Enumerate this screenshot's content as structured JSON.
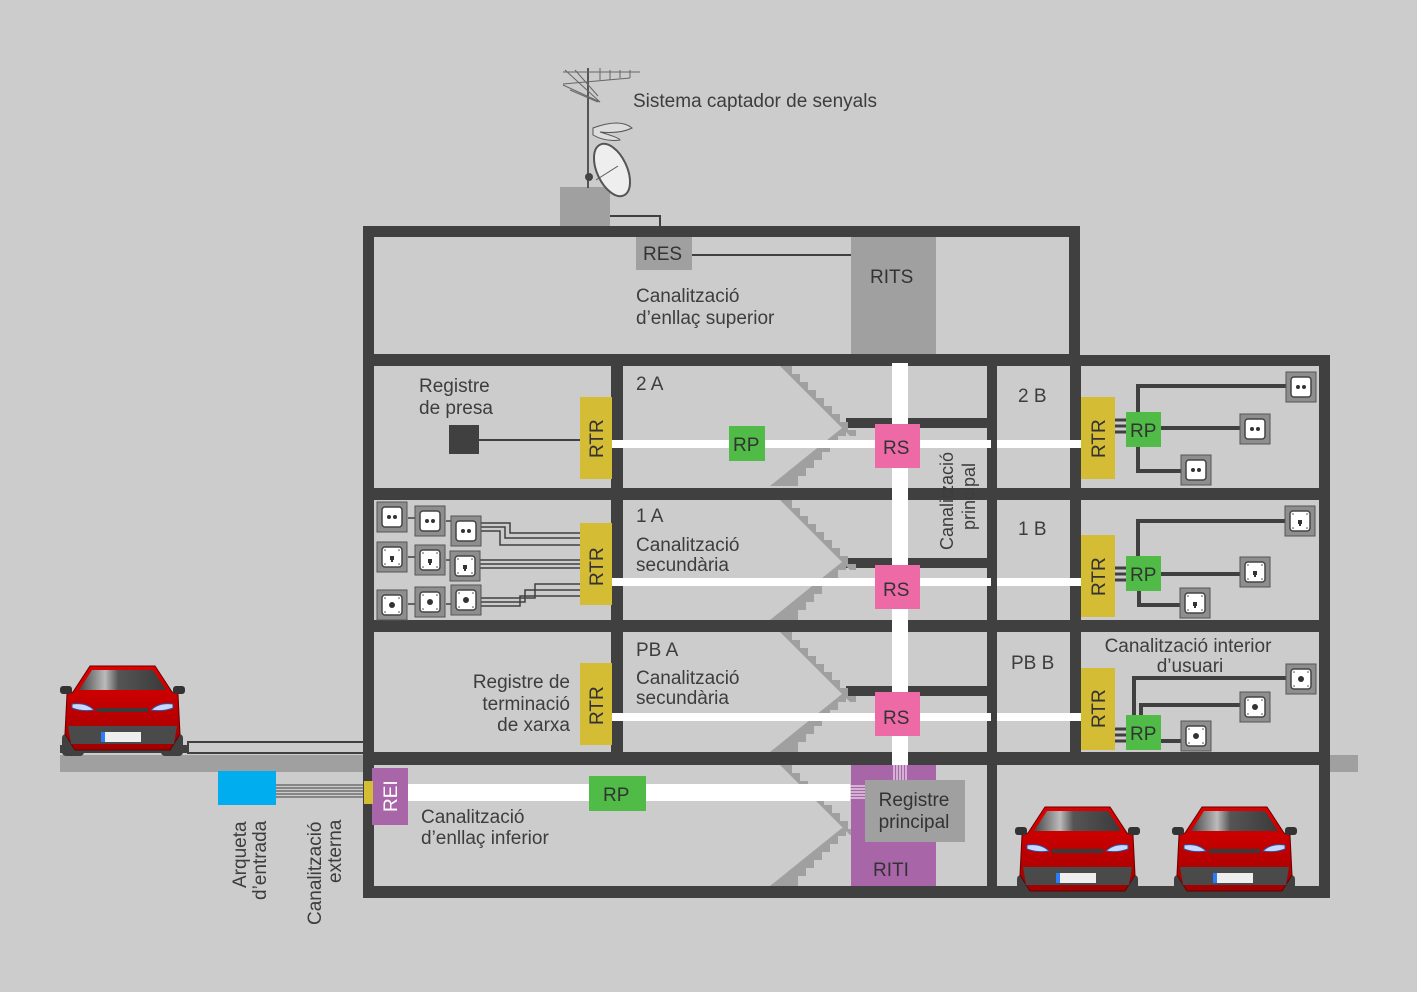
{
  "title": "Sistema captador de senyals",
  "colors": {
    "background": "#cccccc",
    "wall": "#404040",
    "register_gray": "#a0a0a0",
    "rtr": "#d4bc34",
    "rp": "#50bb46",
    "rs": "#ee6aa7",
    "riti": "#a865a8",
    "rei": "#a865a8",
    "arqueta": "#00aeef",
    "conduit": "#ffffff",
    "car": "#cc0000"
  },
  "roof": {
    "res": "RES",
    "rits": "RITS",
    "upper_link": [
      "Canalització",
      "d’enllaç superior"
    ]
  },
  "main_riser_label": [
    "Canalització",
    "principal"
  ],
  "floors": [
    {
      "id": "floor-2",
      "unit_a": "2 A",
      "unit_b": "2 B",
      "left_label": [
        "Registre",
        "de presa"
      ],
      "rtr_a": "RTR",
      "rp_a": "RP",
      "rs": "RS",
      "rtr_b": "RTR",
      "rp_b": "RP",
      "b_sockets": "telephone"
    },
    {
      "id": "floor-1",
      "unit_a": "1 A",
      "unit_b": "1 B",
      "secondary_label": [
        "Canalització",
        "secundària"
      ],
      "rtr_a": "RTR",
      "rs": "RS",
      "rtr_b": "RTR",
      "rp_b": "RP",
      "b_sockets": "data"
    },
    {
      "id": "floor-ground",
      "unit_a": "PB A",
      "unit_b": "PB B",
      "secondary_label": [
        "Canalització",
        "secundària"
      ],
      "left_label": [
        "Registre de",
        "terminació",
        "de xarxa"
      ],
      "rtr_a": "RTR",
      "rs": "RS",
      "rtr_b": "RTR",
      "rp_b": "RP",
      "user_label": [
        "Canalització interior",
        "d’usuari"
      ],
      "b_sockets": "coax"
    }
  ],
  "basement": {
    "rei": "REI",
    "rp": "RP",
    "lower_link": [
      "Canalització",
      "d’enllaç inferior"
    ],
    "main_register": [
      "Registre",
      "principal"
    ],
    "riti": "RITI"
  },
  "outside": {
    "arqueta": [
      "Arqueta",
      "d’entrada"
    ],
    "external": [
      "Canalització",
      "externa"
    ]
  }
}
